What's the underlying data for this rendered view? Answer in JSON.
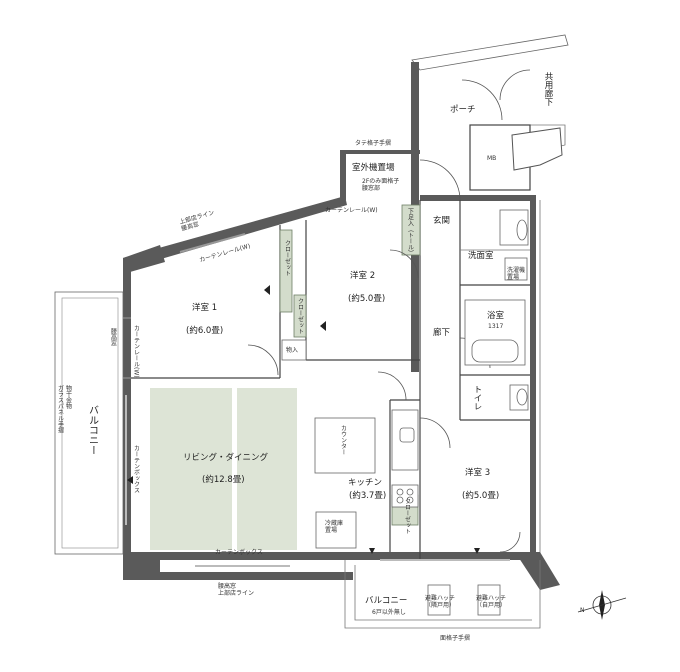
{
  "rooms": {
    "porch": "ポーチ",
    "common_corridor": "共用廊下",
    "mb": "MB",
    "outdoor_unit_area": "室外機置場",
    "lattice_note": "タテ格子手摺",
    "second_floor_note": "2Fのみ面格子\n腰窓部",
    "entrance": "玄関",
    "shoe_storage": "下足入（トール）",
    "curtain_rail_w_top": "カーテンレール(W)",
    "western1": "洋室 1",
    "western1_size": "(約6.0畳)",
    "western2": "洋室 2",
    "western2_size": "(約5.0畳)",
    "closet1": "クローゼット",
    "closet2": "クローゼット",
    "storage": "物入",
    "washroom": "洗面室",
    "washer_space": "洗濯機\n置場",
    "bath": "浴室",
    "bath_size": "1317",
    "hallway": "廊下",
    "toilet": "トイレ",
    "living_dining": "リビング・ダイニング",
    "living_dining_size": "(約12.8畳)",
    "counter": "カウンター",
    "kitchen": "キッチン",
    "kitchen_size": "(約3.7畳)",
    "fridge_space": "冷蔵庫\n置場",
    "kitchen_closet": "クローゼット",
    "western3": "洋室 3",
    "western3_size": "(約5.0畳)",
    "balcony_left": "バルコニー",
    "balcony_bottom": "バルコニー",
    "balcony_note": "6戸以外無し",
    "hatch1": "避難ハッチ\n（隣戸用）",
    "hatch2": "避難ハッチ\n（自戸用）",
    "top_window_line": "上部店ライン\n腰高窓",
    "curtain_rail_top": "カーテンレール(W)",
    "curtain_rail_side": "カーテンレール(W)",
    "curtain_box_side": "カーテンボックス",
    "curtain_box_bottom": "カーテンボックス",
    "bottom_window_line": "腰高窓\n上部店ライン",
    "glass_rail_note": "物干金物\nガラスパネル手摺",
    "bottom_rail_note": "面格子手摺",
    "side_window_note": "腰高窓"
  },
  "compass": {
    "label": "N"
  }
}
